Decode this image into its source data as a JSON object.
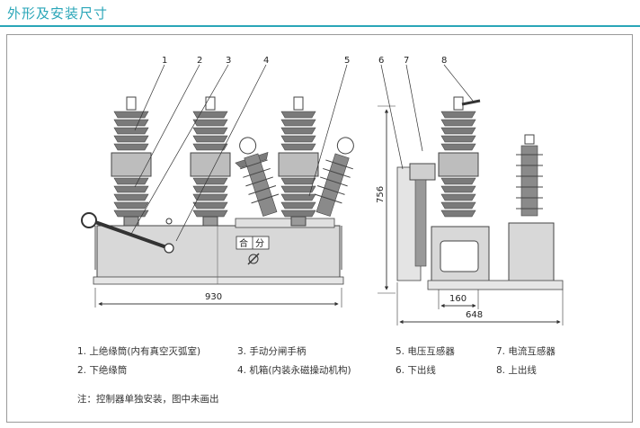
{
  "title": "外形及安装尺寸",
  "callouts": [
    "1",
    "2",
    "3",
    "4",
    "5",
    "6",
    "7",
    "8"
  ],
  "dimensions": {
    "front_width": "930",
    "side_height": "756",
    "side_inner": "160",
    "side_width": "648"
  },
  "switch_label": {
    "close": "合",
    "open": "分"
  },
  "legend": [
    "1. 上绝缘筒(内有真空灭弧室)",
    "2. 下绝缘筒",
    "3. 手动分闸手柄",
    "4. 机箱(内装永磁操动机构)",
    "5. 电压互感器",
    "6. 下出线",
    "7. 电流互感器",
    "8. 上出线"
  ],
  "note": "注：控制器单独安装，图中未画出",
  "colors": {
    "accent": "#2aa6b8",
    "line": "#333333",
    "insulator": "#777777",
    "box": "#d9d9d9"
  }
}
